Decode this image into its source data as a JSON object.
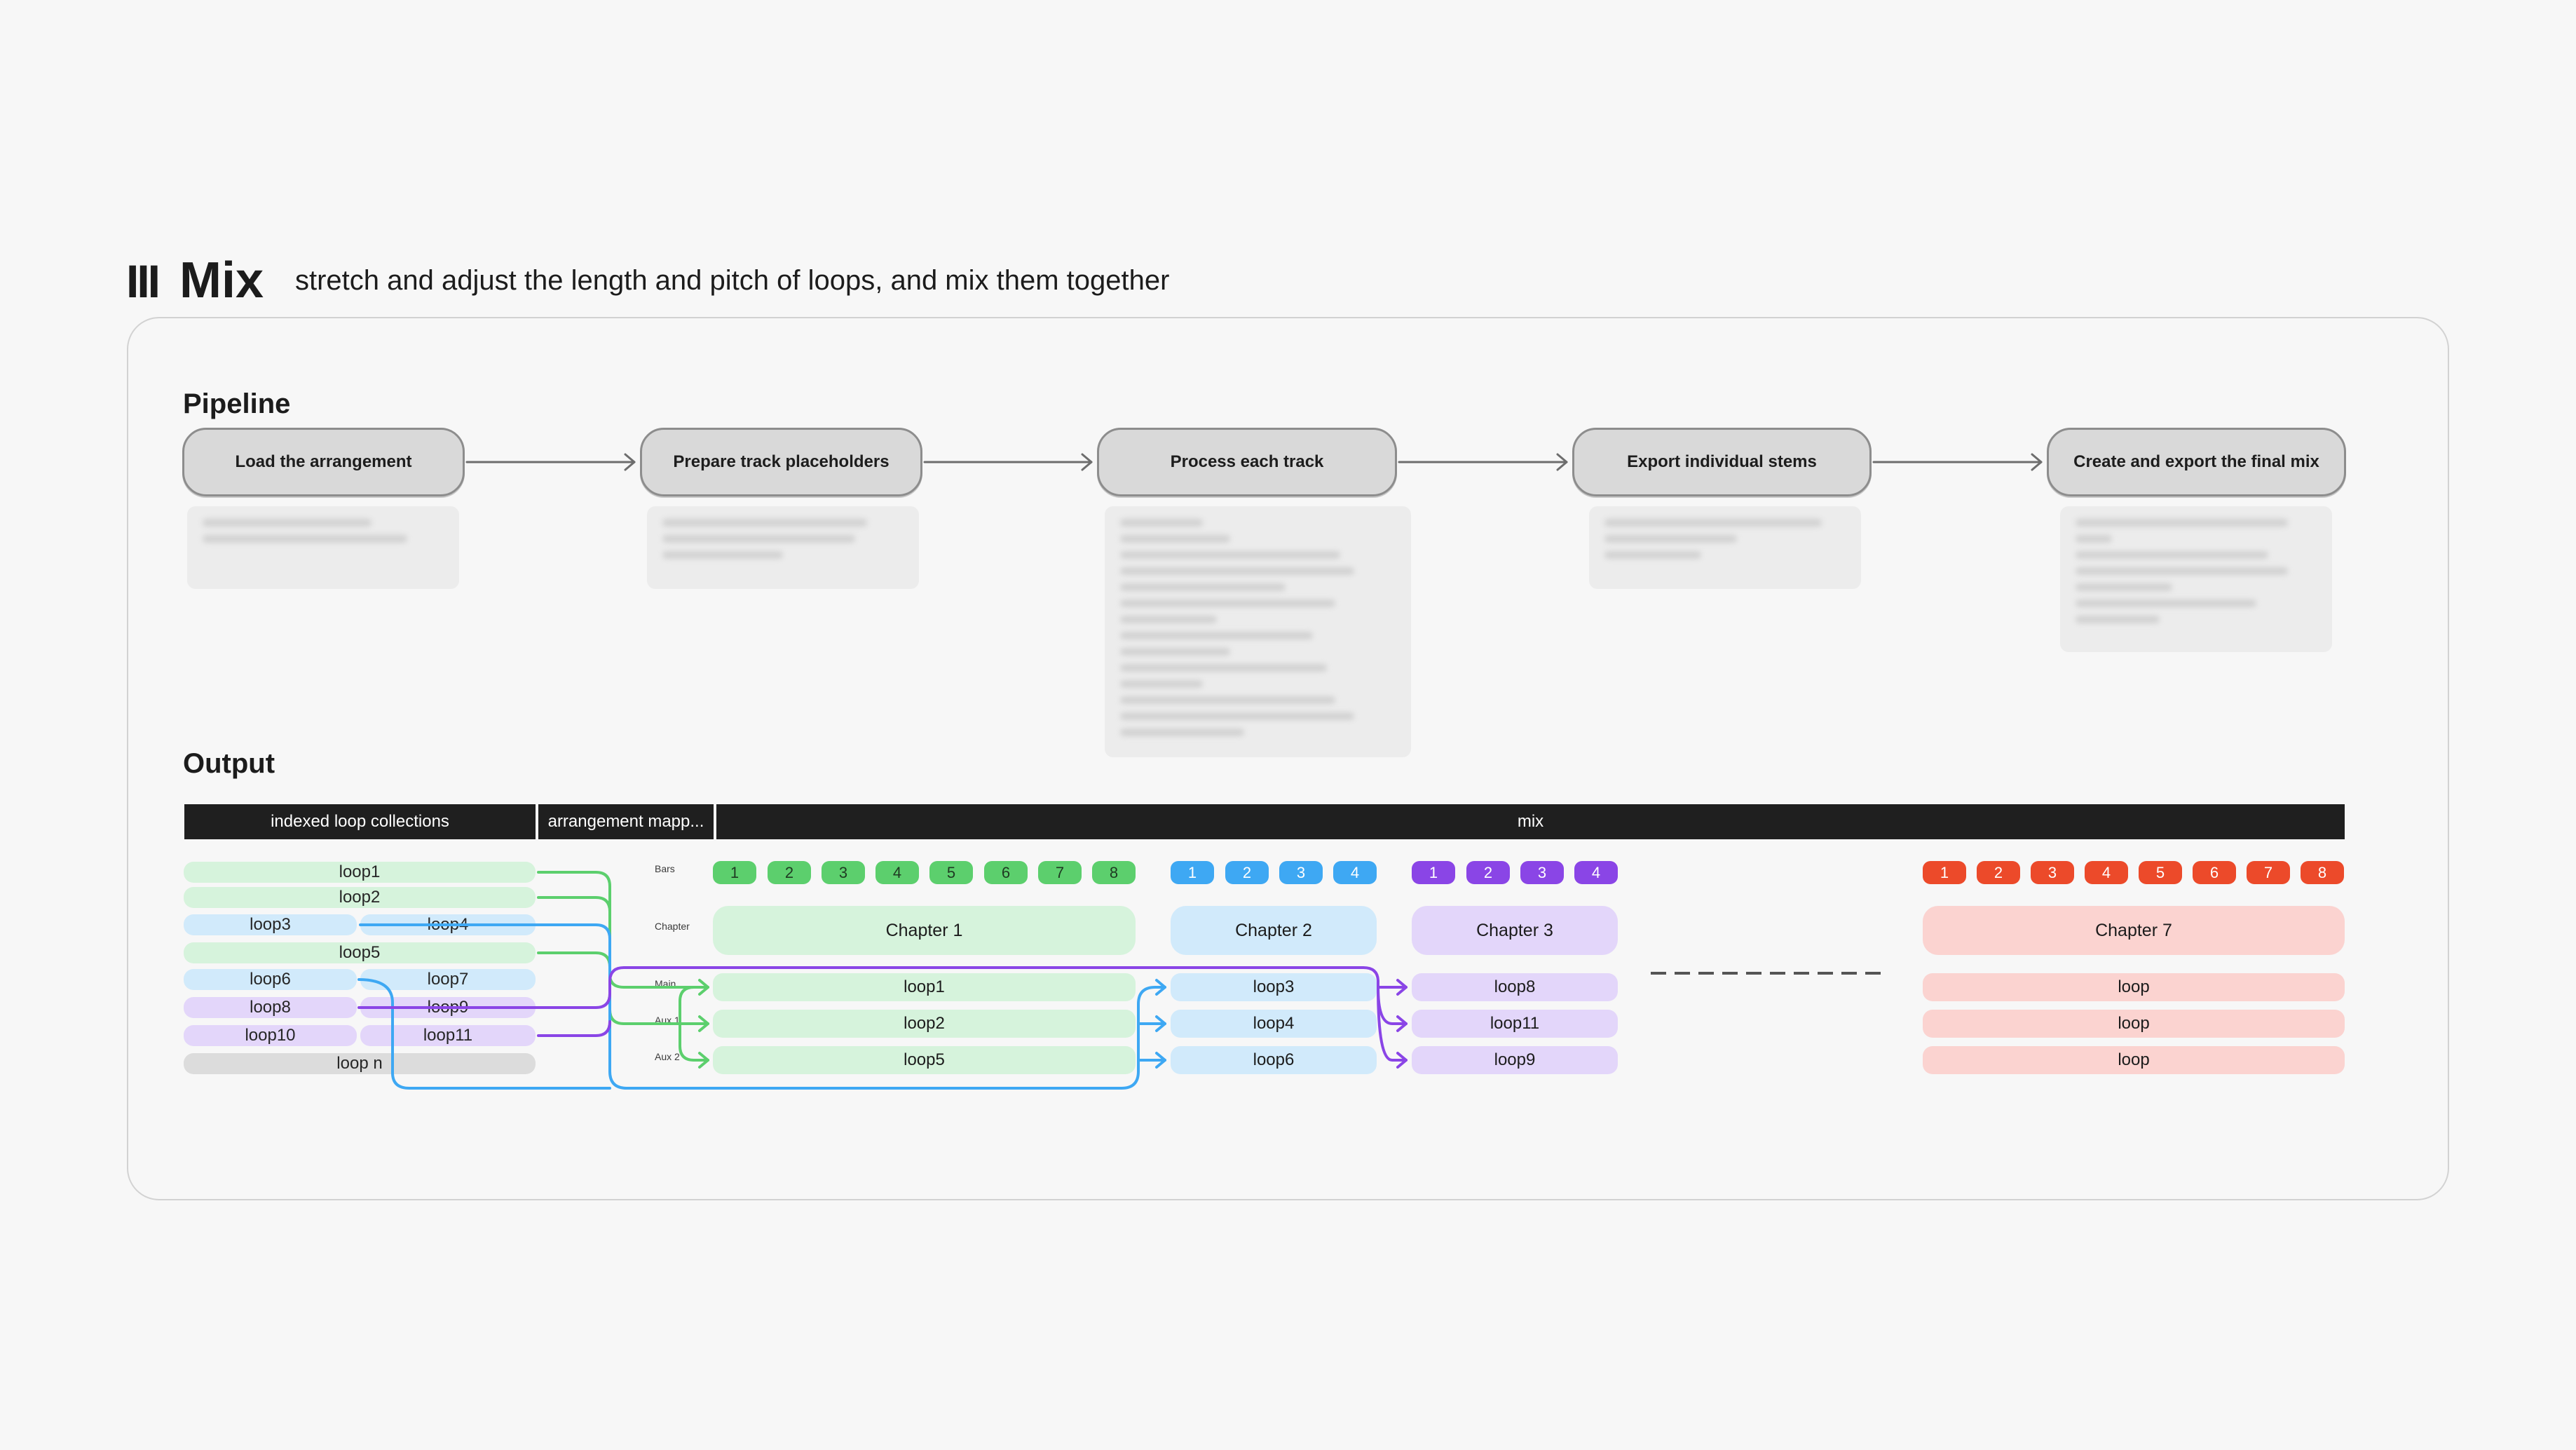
{
  "header": {
    "numeral": "III",
    "title": "Mix",
    "subtitle": "stretch and adjust the length and pitch of loops, and mix them together"
  },
  "pipeline": {
    "title": "Pipeline",
    "stages": [
      "Load the arrangement",
      "Prepare track placeholders",
      "Process each track",
      "Export individual stems",
      "Create and export the final mix"
    ]
  },
  "output": {
    "title": "Output",
    "headers": {
      "collections": "indexed loop collections",
      "mapping": "arrangement mapp...",
      "mix": "mix"
    },
    "collections": {
      "loop1": "loop1",
      "loop2": "loop2",
      "loop3": "loop3",
      "loop4": "loop4",
      "loop5": "loop5",
      "loop6": "loop6",
      "loop7": "loop7",
      "loop8": "loop8",
      "loop9": "loop9",
      "loop10": "loop10",
      "loop11": "loop11",
      "loopn": "loop n"
    },
    "row_labels": {
      "bars": "Bars",
      "chapter": "Chapter",
      "main": "Main",
      "aux1": "Aux 1",
      "aux2": "Aux 2"
    },
    "chapters": [
      {
        "name": "Chapter 1",
        "bars": [
          "1",
          "2",
          "3",
          "4",
          "5",
          "6",
          "7",
          "8"
        ],
        "tracks": [
          "loop1",
          "loop2",
          "loop5"
        ]
      },
      {
        "name": "Chapter 2",
        "bars": [
          "1",
          "2",
          "3",
          "4"
        ],
        "tracks": [
          "loop3",
          "loop4",
          "loop6"
        ]
      },
      {
        "name": "Chapter 3",
        "bars": [
          "1",
          "2",
          "3",
          "4"
        ],
        "tracks": [
          "loop8",
          "loop11",
          "loop9"
        ]
      },
      {
        "name": "Chapter 7",
        "bars": [
          "1",
          "2",
          "3",
          "4",
          "5",
          "6",
          "7",
          "8"
        ],
        "tracks": [
          "loop",
          "loop",
          "loop"
        ]
      }
    ],
    "colors": {
      "green_bar": "#5ccf6d",
      "green_light": "#d6f3dc",
      "blue_bar": "#3ea8f3",
      "blue_light": "#d1eafb",
      "purple_bar": "#8a45e6",
      "purple_light": "#e3d6fa",
      "red_bar": "#ec4a2a",
      "red_light": "#fbd3d0",
      "gray_light": "#dcdcdc"
    }
  }
}
